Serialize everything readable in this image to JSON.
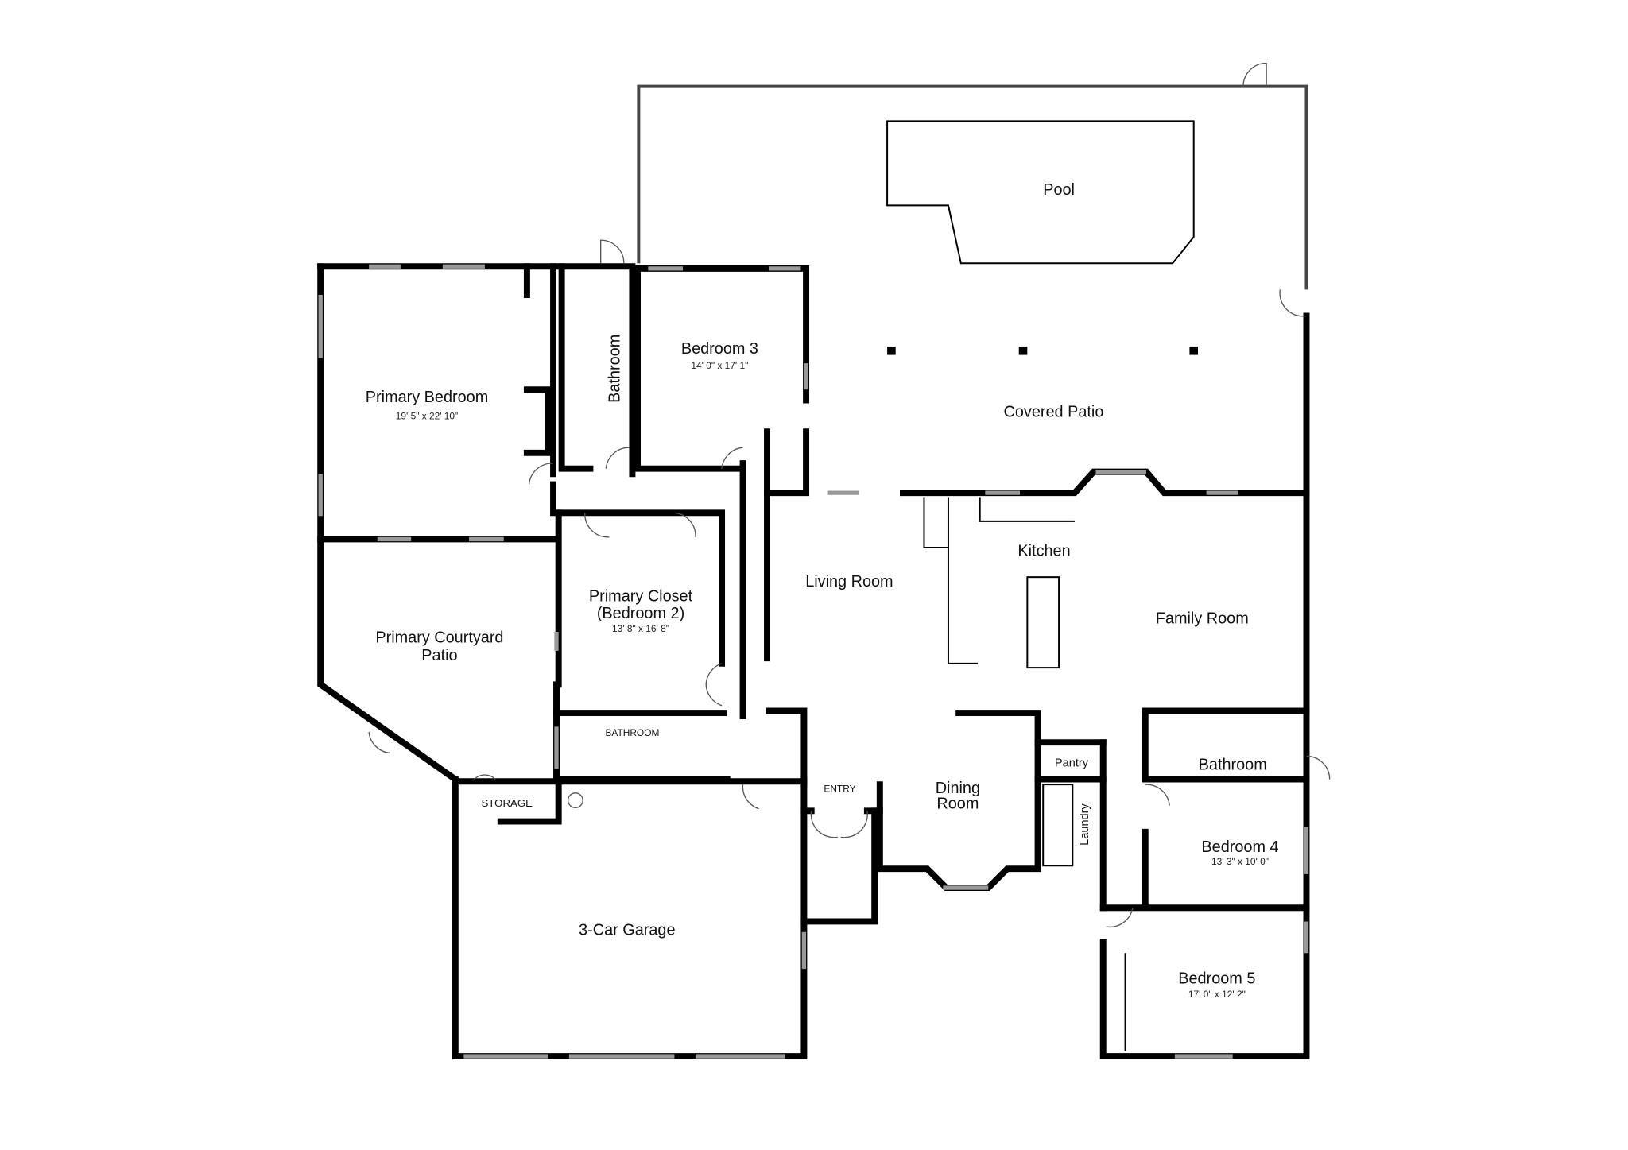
{
  "rooms": {
    "pool": {
      "label": "Pool"
    },
    "covered_patio": {
      "label": "Covered Patio"
    },
    "primary_bedroom": {
      "label": "Primary Bedroom",
      "dims": "19' 5\" x 22' 10\""
    },
    "bathroom_primary": {
      "label": "Bathroom"
    },
    "bedroom3": {
      "label": "Bedroom 3",
      "dims": "14' 0\" x 17' 1\""
    },
    "primary_closet": {
      "label1": "Primary Closet",
      "label2": "(Bedroom 2)",
      "dims": "13' 8\" x 16' 8\""
    },
    "primary_courtyard": {
      "label1": "Primary Courtyard",
      "label2": "Patio"
    },
    "living_room": {
      "label": "Living Room"
    },
    "kitchen": {
      "label": "Kitchen"
    },
    "family_room": {
      "label": "Family Room"
    },
    "bathroom_small": {
      "label": "BATHROOM"
    },
    "storage": {
      "label": "STORAGE"
    },
    "entry": {
      "label": "ENTRY"
    },
    "dining_room": {
      "label1": "Dining",
      "label2": "Room"
    },
    "pantry": {
      "label": "Pantry"
    },
    "laundry": {
      "label": "Laundry"
    },
    "bathroom_right": {
      "label": "Bathroom"
    },
    "bedroom4": {
      "label": "Bedroom 4",
      "dims": "13' 3\" x 10' 0\""
    },
    "bedroom5": {
      "label": "Bedroom 5",
      "dims": "17' 0\" x 12' 2\""
    },
    "garage": {
      "label": "3-Car Garage"
    }
  }
}
